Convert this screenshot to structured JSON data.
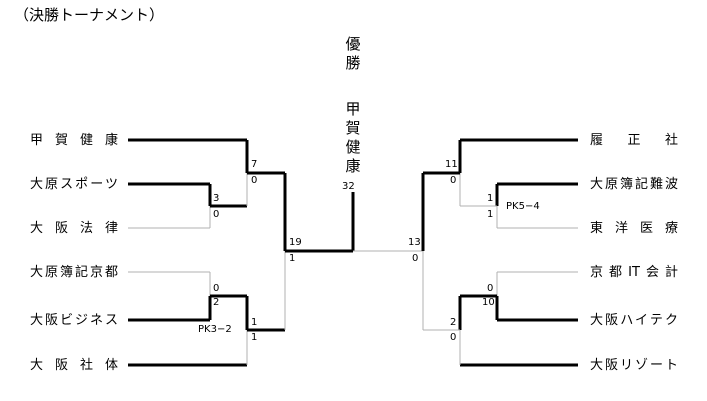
{
  "title": "（決勝トーナメント）",
  "champion": {
    "heading_chars": [
      "優",
      "勝"
    ],
    "team_chars": [
      "甲",
      "賀",
      "健",
      "康"
    ]
  },
  "left_teams": [
    "甲賀健康",
    "大原スポーツ",
    "大阪法律",
    "大原簿記京都",
    "大阪ビジネス",
    "大阪社体"
  ],
  "right_teams": [
    "履正社",
    "大原簿記難波",
    "東洋医療",
    "京都IT会計",
    "大阪ハイテク",
    "大阪リゾート"
  ],
  "scores": {
    "l_r1a_top": "3",
    "l_r1a_bot": "0",
    "l_r1b_top": "0",
    "l_r1b_bot": "2",
    "l_r2a_top": "7",
    "l_r2a_bot": "0",
    "l_r2b_top": "1",
    "l_r2b_bot": "1",
    "l_semi_top": "19",
    "l_semi_bot": "1",
    "r_r1a_top": "1",
    "r_r1a_bot": "1",
    "r_r1b_top": "0",
    "r_r1b_bot": "10",
    "r_r2a_top": "11",
    "r_r2a_bot": "0",
    "r_r2b_top": "2",
    "r_r2b_bot": "0",
    "r_semi_top": "13",
    "r_semi_bot": "0",
    "final": "32"
  },
  "pk": {
    "left": "PK3−2",
    "right": "PK5−4"
  }
}
